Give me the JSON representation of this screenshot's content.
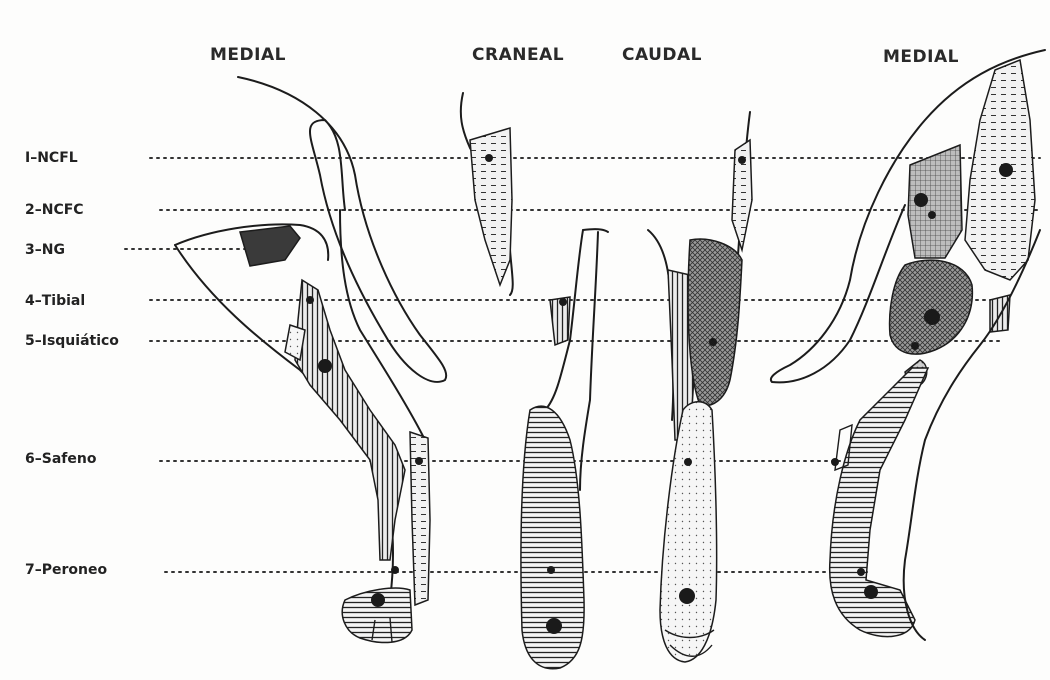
{
  "views": {
    "medial_left": "MEDIAL",
    "cranial": "CRANEAL",
    "caudal": "CAUDAL",
    "medial_right": "MEDIAL"
  },
  "nerves": [
    {
      "label": "I–NCFL"
    },
    {
      "label": "2–NCFC"
    },
    {
      "label": "3–NG"
    },
    {
      "label": "4–Tibial"
    },
    {
      "label": "5–Isquiático"
    },
    {
      "label": "6–Safeno"
    },
    {
      "label": "7–Peroneo"
    }
  ]
}
